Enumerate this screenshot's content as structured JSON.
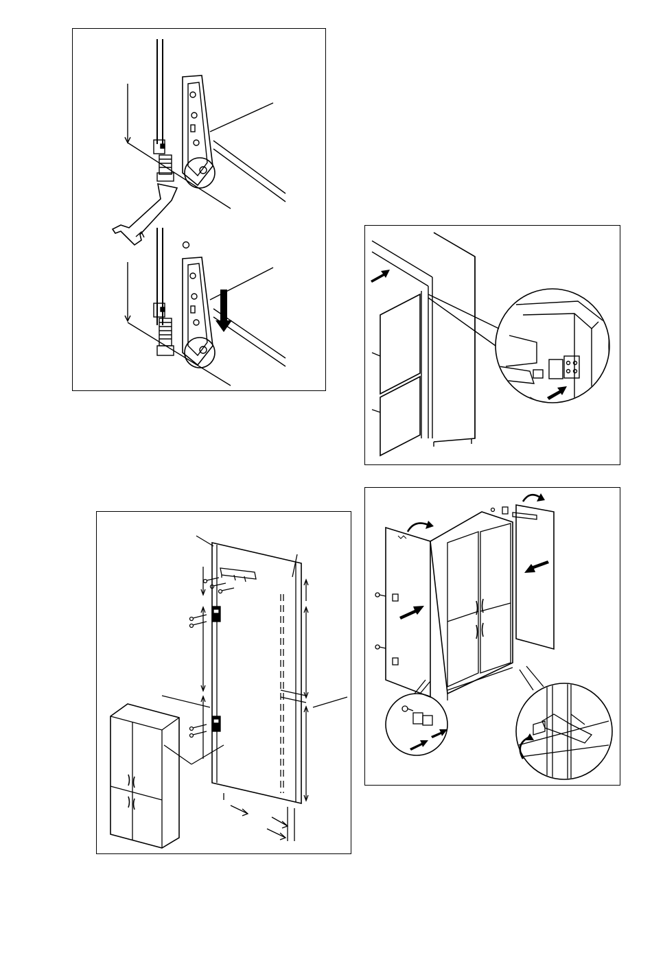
{
  "figures": [
    {
      "id": "hinge-wheel-adjustment",
      "label_glyph": "O"
    },
    {
      "id": "hinge-fitting-on-cabinet"
    },
    {
      "id": "door-panel-fitting"
    },
    {
      "id": "door-mounting-overview"
    }
  ],
  "icons": [
    "wrench-icon",
    "arrow-down-icon",
    "rotate-arrow-icon",
    "push-arrow-icon"
  ],
  "colors": {
    "line": "#000000",
    "background": "#ffffff"
  }
}
